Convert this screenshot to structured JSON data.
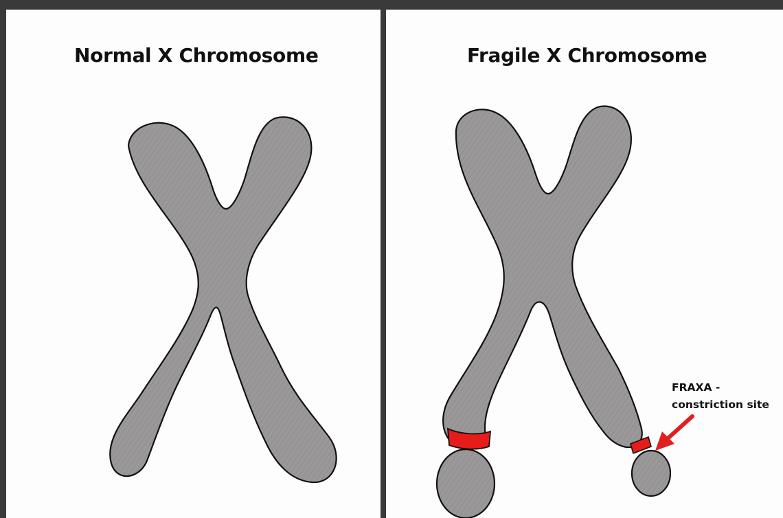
{
  "panels": {
    "left": {
      "title": "Normal X Chromosome"
    },
    "right": {
      "title": "Fragile X Chromosome",
      "annotation_line1": "FRAXA -",
      "annotation_line2": "constriction site"
    }
  },
  "colors": {
    "background_frame": "#3a3a3a",
    "panel": "#fdfdfe",
    "chromosome_fill": "#9a9899",
    "chromosome_outline": "#111111",
    "constriction": "#e81b1b",
    "arrow": "#e02020"
  }
}
